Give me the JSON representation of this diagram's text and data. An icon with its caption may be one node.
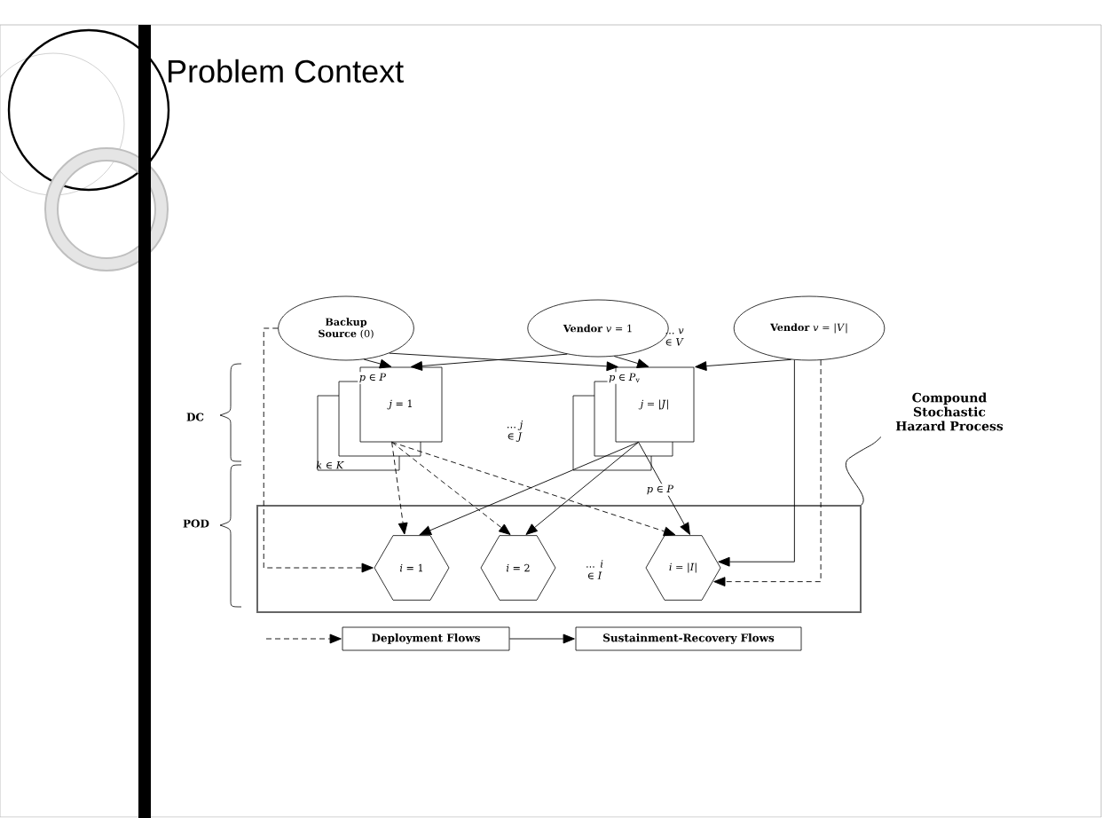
{
  "diagram": {
    "title": "Problem Context",
    "nodes": [
      {
        "text": [
          "**Backup Source** (0)"
        ]
      },
      {
        "text": [
          "**Vendor** *v* = 1"
        ]
      },
      {
        "text": [
          "**Vendor** *v* = |*V*|"
        ]
      },
      {
        "text": [
          "*j* = 1"
        ]
      },
      {
        "text": [
          "*j* = |*J*|"
        ]
      },
      {
        "text": [],
        "shape": "box"
      },
      {
        "text": [
          "*i* = 1"
        ],
        "in": 5
      },
      {
        "text": [
          "*i* = 2"
        ],
        "in": 5
      },
      {
        "text": [
          "*i* = |*I*|"
        ],
        "in": 5
      },
      {
        "text": [
          "Deployment Flows"
        ]
      },
      {
        "text": [
          "Sustainment-Recovery Flows"
        ]
      },
      {
        "text": [
          "Compound Stochastic Hazard Process"
        ]
      }
    ],
    "edges": [
      {
        "from": 0,
        "to": 3,
        "arrow": "to",
        "label": "*p* ∈ *P*"
      },
      {
        "from": 0,
        "to": 4,
        "arrow": "to"
      },
      {
        "from": 1,
        "to": 3,
        "arrow": "to"
      },
      {
        "from": 1,
        "to": 4,
        "arrow": "to",
        "label": "*p* ∈ *P*$_{v}$"
      },
      {
        "from": 2,
        "to": 4,
        "arrow": "to"
      },
      {
        "from": 0,
        "to": 6,
        "arrow": "to",
        "style": "dashed"
      },
      {
        "from": 2,
        "to": 8,
        "arrow": "to"
      },
      {
        "from": 2,
        "to": 8,
        "arrow": "to",
        "style": "dashed"
      },
      {
        "from": 3,
        "to": 6,
        "arrow": "to",
        "style": "dashed"
      },
      {
        "from": 3,
        "to": 7,
        "arrow": "to",
        "style": "dashed"
      },
      {
        "from": 3,
        "to": 8,
        "arrow": "to",
        "style": "dashed"
      },
      {
        "from": 4,
        "to": 6,
        "arrow": "to"
      },
      {
        "from": 4,
        "to": 7,
        "arrow": "to"
      },
      {
        "from": 4,
        "to": 8,
        "arrow": "to",
        "label": "*p* ∈ *P*"
      },
      {
        "from": 11,
        "to": 5,
        "arrow": "none"
      },
      {
        "from": null,
        "to": 9,
        "arrow": "to",
        "style": "dashed"
      },
      {
        "from": 9,
        "to": 10,
        "arrow": "to"
      }
    ],
    "labels": [
      "… *v* ∈ *V*",
      "DC",
      "… *j* ∈ *J*",
      "*k* ∈ *K*",
      "POD",
      "... *i* ∈ *I*"
    ]
  }
}
